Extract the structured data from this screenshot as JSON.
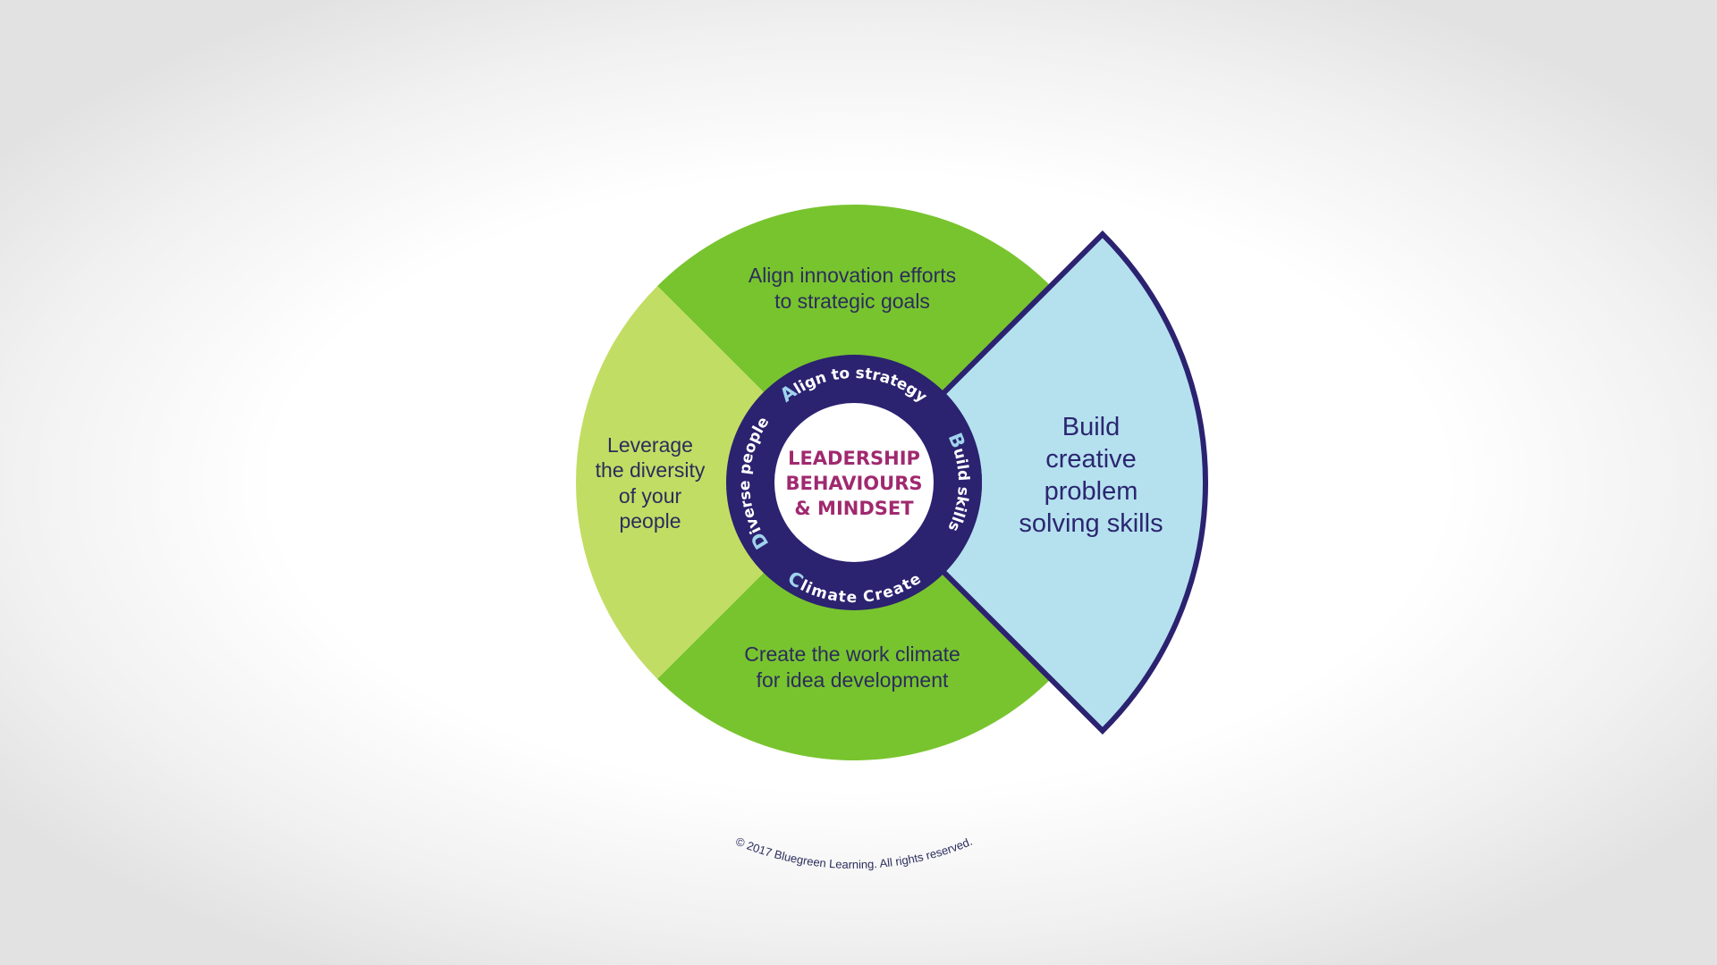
{
  "diagram": {
    "center": {
      "lines": [
        "LEADERSHIP",
        "BEHAVIOURS",
        "& MINDSET"
      ]
    },
    "ring": [
      {
        "id": "align",
        "initial": "A",
        "rest": "lign to strategy"
      },
      {
        "id": "build",
        "initial": "B",
        "rest": "uild skills"
      },
      {
        "id": "climate",
        "initial": "C",
        "rest": "limate Create"
      },
      {
        "id": "diverse",
        "initial": "D",
        "rest": "iverse people"
      }
    ],
    "segments": {
      "top": {
        "lines": [
          "Align innovation efforts",
          "to strategic goals"
        ],
        "color": "#78c42e"
      },
      "left": {
        "lines": [
          "Leverage",
          "the diversity",
          "of your",
          "people"
        ],
        "color": "#c2dd63"
      },
      "bottom": {
        "lines": [
          "Create the work climate",
          "for idea development"
        ],
        "color": "#78c42e"
      },
      "right": {
        "lines": [
          "Build",
          "creative",
          "problem",
          "solving skills"
        ],
        "color": "#b5e1ef",
        "highlighted": true
      }
    },
    "copyright": "© 2017 Bluegreen Learning. All rights reserved.",
    "colors": {
      "navy": "#2b2270",
      "magenta": "#a0296f",
      "initial_blue": "#9fd3ec"
    }
  }
}
